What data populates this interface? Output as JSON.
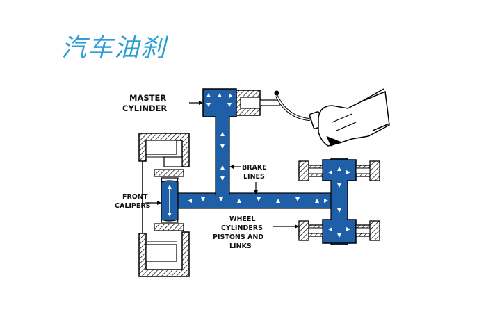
{
  "title": "汽车油刹",
  "colors": {
    "title": "#2e9fd6",
    "fluid": "#1e5fa8",
    "outline": "#000000"
  },
  "labels": {
    "master_cylinder": [
      "MASTER",
      "CYLINDER"
    ],
    "brake_lines": [
      "BRAKE",
      "LINES"
    ],
    "front_calipers": [
      "FRONT",
      "CALIPERS"
    ],
    "wheel_cylinders": [
      "WHEEL",
      "CYLINDERS",
      "PISTONS AND",
      "LINKS"
    ]
  }
}
